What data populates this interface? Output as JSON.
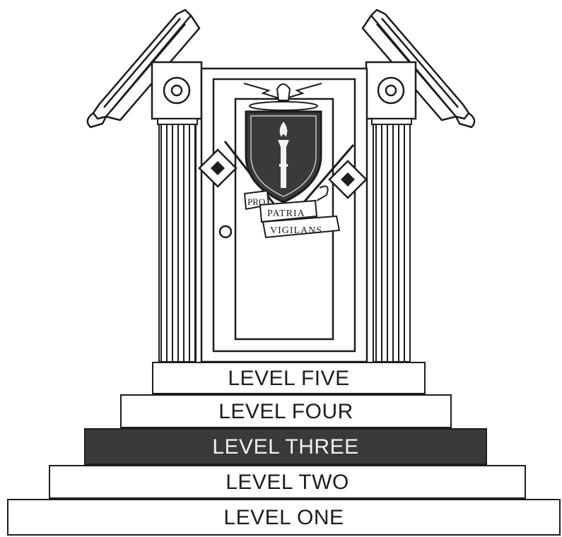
{
  "steps": [
    {
      "label": "LEVEL FIVE",
      "shaded": false
    },
    {
      "label": "LEVEL FOUR",
      "shaded": false
    },
    {
      "label": "LEVEL THREE",
      "shaded": true
    },
    {
      "label": "LEVEL TWO",
      "shaded": false
    },
    {
      "label": "LEVEL ONE",
      "shaded": false
    }
  ],
  "crest": {
    "motto": [
      "PRO",
      "PATRIA",
      "VIGILANS"
    ],
    "shield_icon": "torch-icon",
    "flag_icons": [
      "signal-flag-icon",
      "signal-flag-icon"
    ],
    "crest_icon": "lightning-fist-icon"
  },
  "colors": {
    "ink": "#1d1d1d",
    "shade": "#3a3a3a",
    "paper": "#ffffff"
  }
}
